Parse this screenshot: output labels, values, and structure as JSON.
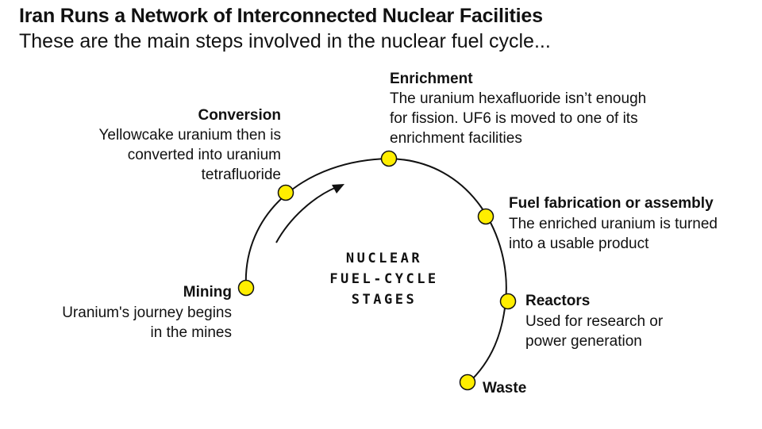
{
  "header": {
    "title": "Iran Runs a Network of Interconnected Nuclear Facilities",
    "subtitle": "These are the main steps involved in the nuclear fuel cycle..."
  },
  "center": {
    "lines": [
      "NUCLEAR",
      "FUEL-CYCLE",
      "STAGES"
    ]
  },
  "stages": {
    "mining": {
      "name": "Mining",
      "desc": [
        "Uranium's journey begins",
        "in the mines"
      ]
    },
    "conversion": {
      "name": "Conversion",
      "desc": [
        "Yellowcake uranium then is",
        "converted into uranium",
        "tetrafluoride"
      ]
    },
    "enrichment": {
      "name": "Enrichment",
      "desc": [
        "The uranium hexafluoride isn’t enough",
        "for fission. UF6 is moved to one of its",
        "enrichment facilities"
      ]
    },
    "fabrication": {
      "name": "Fuel fabrication or assembly",
      "desc": [
        "The enriched uranium is turned",
        "into a usable product"
      ]
    },
    "reactors": {
      "name": "Reactors",
      "desc": [
        "Used for research or",
        "power generation"
      ]
    },
    "waste": {
      "name": "Waste"
    }
  },
  "colors": {
    "node_fill": "#ffee00",
    "line": "#111111",
    "text": "#111111"
  }
}
